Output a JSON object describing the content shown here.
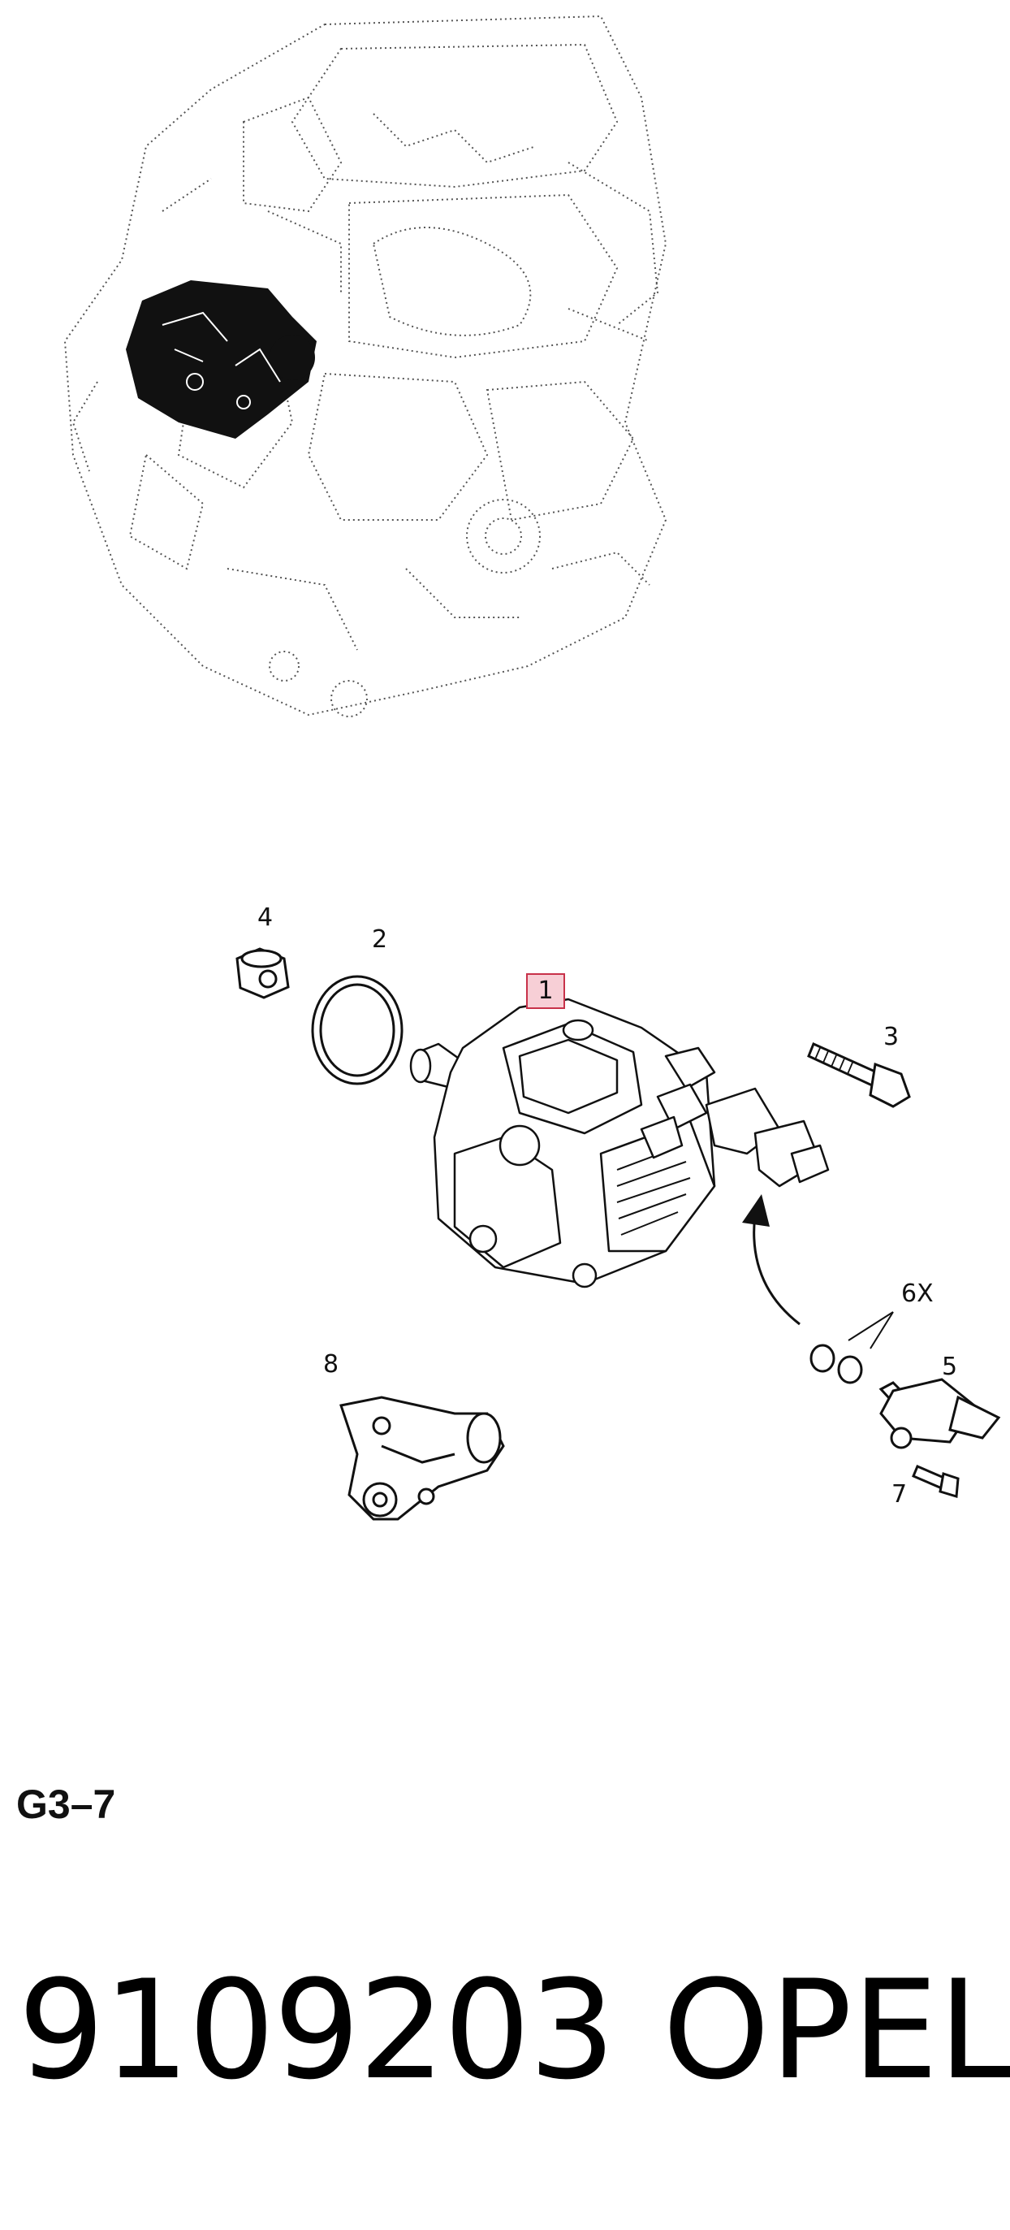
{
  "callouts": {
    "c1": "1",
    "c2": "2",
    "c3": "3",
    "c4": "4",
    "c5": "5",
    "c6": "6X",
    "c7": "7",
    "c8": "8"
  },
  "section_code": "G3–7",
  "part_number": "9109203",
  "brand": "OPEL",
  "colors": {
    "highlight_fill": "#f7cfd6",
    "highlight_border": "#c8324a",
    "line": "#111111"
  }
}
